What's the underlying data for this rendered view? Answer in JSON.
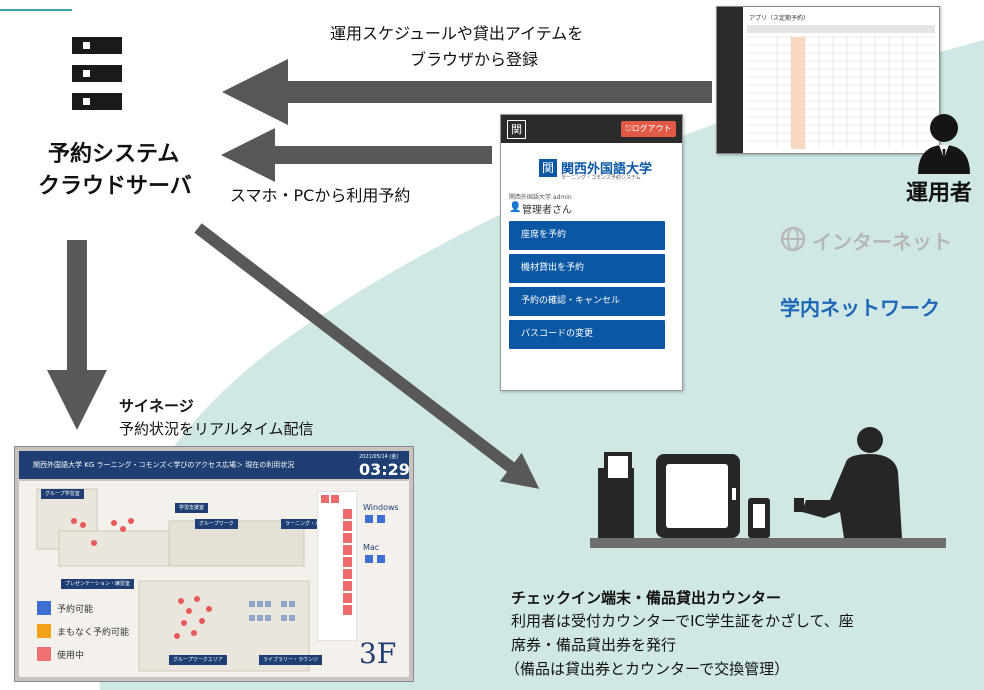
{
  "server": {
    "title_line1": "予約システム",
    "title_line2": "クラウドサーバ"
  },
  "arrows": {
    "admin_caption_line1": "運用スケジュールや貸出アイテムを",
    "admin_caption_line2": "ブラウザから登録",
    "user_caption": "スマホ・PCから利用予約"
  },
  "admin": {
    "label": "運用者",
    "screen_title": "アプリ（ス定期予約）"
  },
  "network": {
    "internet_label": "インターネット",
    "campus_label": "学内ネットワーク"
  },
  "phone": {
    "logout_label": "ログアウト",
    "university_name": "関西外国語大学",
    "system_subtitle": "ラーニング・コモンズ予約システム",
    "user_line": "関西外国語大学 admin",
    "user_name": "管理者さん",
    "menu": [
      "座席を予約",
      "機材貸出を予約",
      "予約の確認・キャンセル",
      "パスコードの変更"
    ]
  },
  "signage": {
    "title": "サイネージ",
    "description": "予約状況をリアルタイム配信",
    "screen_header": "関西外国語大学 KG ラーニング・コモンズ＜学びのアクセス広場＞ 現在の利用状況",
    "screen_date": "2021/05/14 (金)",
    "screen_time": "03:29",
    "floor": "3F",
    "windows_label": "Windows",
    "mac_label": "Mac",
    "legend": [
      {
        "label": "予約可能",
        "color": "#3f6fd1"
      },
      {
        "label": "まもなく予約可能",
        "color": "#f2a11b"
      },
      {
        "label": "使用中",
        "color": "#f07070"
      }
    ],
    "zone_labels": [
      "グループ学習室",
      "学習支援室",
      "グループワーク",
      "ラーニング・ルーム",
      "プレゼンテーション・練習室",
      "グループワークエリア",
      "ライブラリー・ラウンジ"
    ]
  },
  "counter": {
    "title": "チェックイン端末・備品貸出カウンター",
    "line1": "利用者は受付カウンターでIC学生証をかざして、座",
    "line2": "席券・備品貸出券を発行",
    "line3": "（備品は貸出券とカウンターで交換管理）"
  },
  "colors": {
    "campus_bg": "#cfe8e6",
    "teal_accent": "#4aa3a0",
    "arrow_gray": "#5a5a5a",
    "brand_blue": "#0b57a4",
    "logout_red": "#e05a45"
  }
}
